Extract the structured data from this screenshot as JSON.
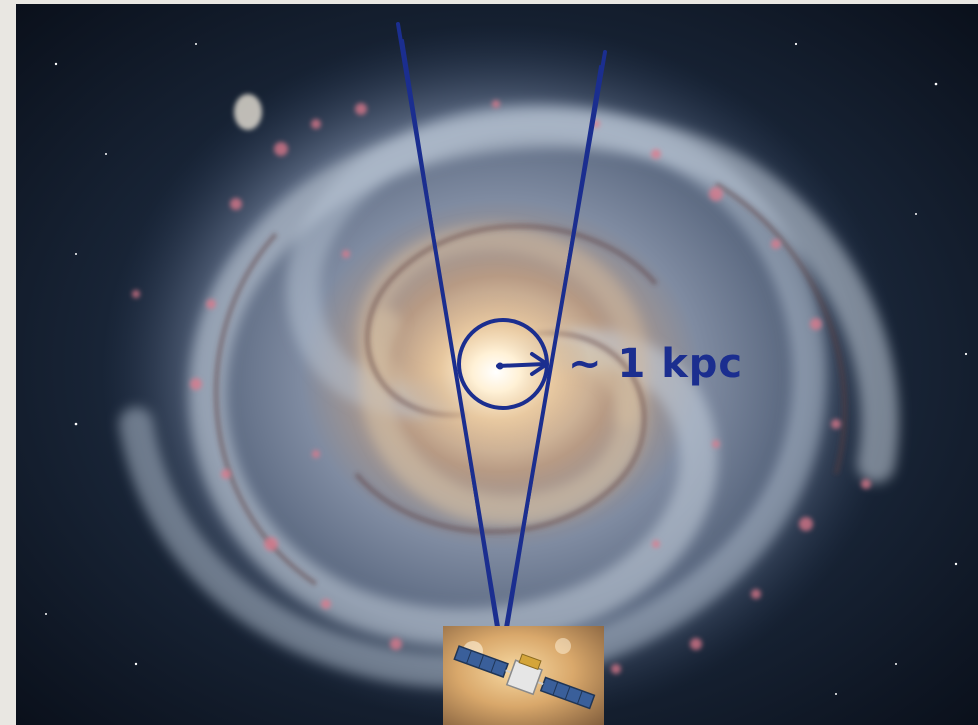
{
  "figure": {
    "scale_label": "~ 1 kpc",
    "colors": {
      "annotation_ink": "#1b2e8f",
      "page_background": "#e9e7e2",
      "space": "#0d1420",
      "galaxy_core": "#fff3dc",
      "star_forming_regions": "#e07a8c",
      "spiral_arms": "#aab8cc"
    },
    "elements": {
      "background": "spiral-galaxy-image",
      "annotation": "field-of-view-cone-with-circle-and-scale-arrow",
      "inset": "space-telescope-satellite-image"
    }
  }
}
